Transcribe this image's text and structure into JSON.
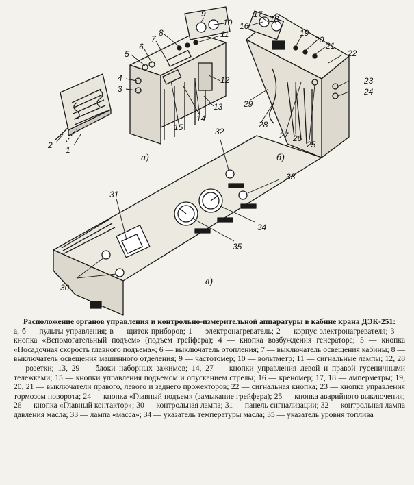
{
  "figure": {
    "labels": {
      "n1": "1",
      "n2": "2",
      "n3": "3",
      "n4": "4",
      "n5": "5",
      "n6": "6",
      "n7": "7",
      "n8": "8",
      "n9": "9",
      "n10": "10",
      "n11": "11",
      "n12": "12",
      "n13": "13",
      "n14": "14",
      "n15": "15",
      "n16": "16",
      "n17": "17",
      "n18": "18",
      "n19": "19",
      "n20": "20",
      "n21": "21",
      "n22": "22",
      "n23": "23",
      "n24": "24",
      "n25": "25",
      "n26": "26",
      "n27": "27",
      "n28": "28",
      "n29": "29",
      "n30": "30",
      "n31": "31",
      "n32": "32",
      "n33": "33",
      "n34": "34",
      "n35": "35"
    },
    "sub_a": "а)",
    "sub_b": "б)",
    "sub_c": "в)"
  },
  "caption": {
    "title": "Расположение органов управления и контрольно-измерительной аппаратуры в кабине крана ДЭК-251:",
    "body": "а, б — пульты управления; в — щиток приборов; 1 — электронагреватель; 2 — корпус электронагревателя; 3 — кнопка «Вспомогательный подъем» (подъем грейфера); 4 — кнопка возбуждения генератора; 5 — кнопка «Посадочная скорость главного подъема»; 6 — выключатель отопления; 7 — выключатель освещения кабины; 8 — выключатель освещения машинного отделения; 9 — частотомер; 10 — вольтметр; 11 — сигнальные лампы; 12, 28 — розетки; 13, 29 — блоки наборных зажимов; 14, 27 — кнопки управления левой и правой гусеничными тележками; 15 — кнопки управления подъемом и опусканием стрелы; 16 — креномер; 17, 18 — амперметры; 19, 20, 21 — выключатели правого, левого и заднего прожекторов; 22 — сигнальная кнопка; 23 — кнопка управления тормозом поворота; 24 — кнопка «Главный подъем» (замыкание грейфера); 25 — кнопка аварийного выключения; 26 — кнопка «Главный контактор»; 30 — контрольная лампа; 31 — панель сигнализации; 32 — контрольная лампа давления масла; 33 — лампа «масса»; 34 — указатель температуры масла; 35 — указатель уровня топлива"
  }
}
